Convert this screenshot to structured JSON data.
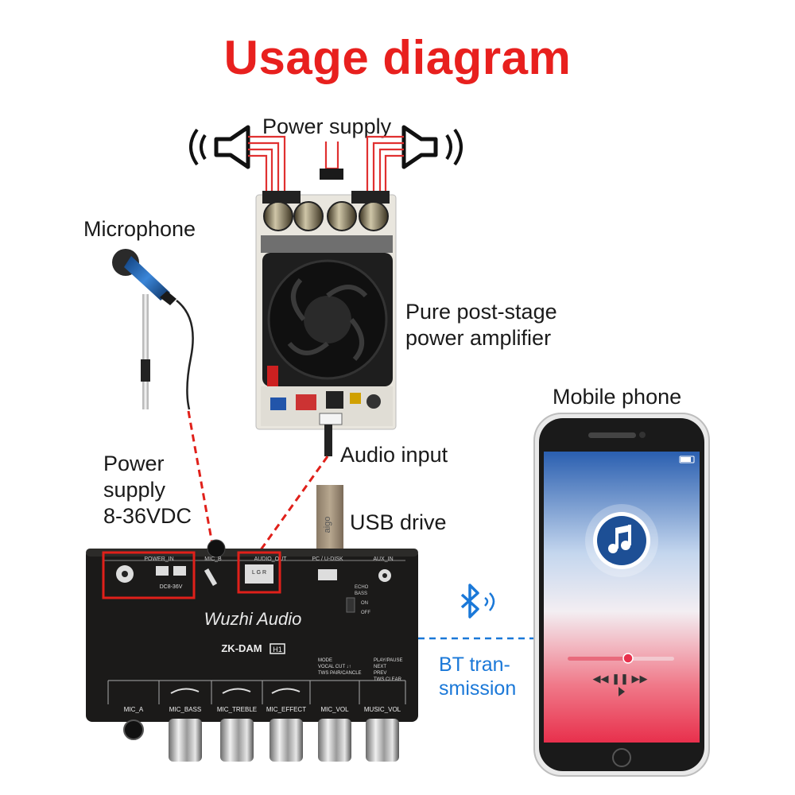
{
  "title": "Usage diagram",
  "labels": {
    "power_supply_top": "Power supply",
    "microphone": "Microphone",
    "amplifier_line1": "Pure post-stage",
    "amplifier_line2": "power amplifier",
    "mobile_phone": "Mobile phone",
    "audio_input": "Audio input",
    "usb_drive": "USB drive",
    "power_supply_left_line1": "Power",
    "power_supply_left_line2": "supply",
    "power_supply_left_line3": "8-36VDC",
    "bt_line1": "BT tran-",
    "bt_line2": "smission"
  },
  "device": {
    "brand": "Wuzhi Audio",
    "model": "ZK-DAM",
    "model_suffix": "H1",
    "ports": [
      "POWER_IN",
      "MIC_B",
      "AUDIO_OUT",
      "PC / U-DISK",
      "AUX_IN"
    ],
    "dc_label": "DC8-36V",
    "audio_out_label": "L G R",
    "switch_labels": [
      "ECHO",
      "BASS",
      "ON",
      "OFF"
    ],
    "mode_lines": [
      "MODE",
      "VOCAL CUT ↓↑",
      "TWS PAIR/CANCLE"
    ],
    "play_lines": [
      "PLAY/PAUSE",
      "NEXT",
      "PREV",
      "TWS CLEAR"
    ],
    "knobs": [
      "MIC_A",
      "MIC_BASS",
      "MIC_TREBLE",
      "MIC_EFFECT",
      "MIC_VOL",
      "MUSIC_VOL"
    ]
  },
  "usb_stick_text": "aigo",
  "phone": {
    "controls": "◀◀ ❚❚ ▶▶",
    "music_icon": "music-note-icon"
  },
  "colors": {
    "title": "#e8201e",
    "highlight": "#e0201a",
    "bluetooth": "#1a78d8",
    "device_body": "#1b1a19"
  }
}
